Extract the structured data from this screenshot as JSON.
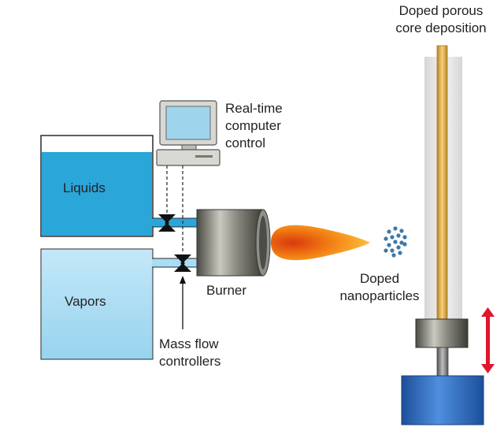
{
  "labels": {
    "top_line1": "Doped porous",
    "top_line2": "core deposition",
    "computer_line1": "Real-time",
    "computer_line2": "computer",
    "computer_line3": "control",
    "liquids": "Liquids",
    "vapors": "Vapors",
    "burner": "Burner",
    "particles_line1": "Doped",
    "particles_line2": "nanoparticles",
    "mfc_line1": "Mass flow",
    "mfc_line2": "controllers"
  },
  "colors": {
    "liquid": "#2aa6d9",
    "vapor": "#a9ddf3",
    "flame_outer": "#ff9a00",
    "flame_inner": "#e24a12",
    "particle": "#3d78a8",
    "rod": "#e6b24a",
    "arrow": "#e0162b",
    "base": "#2f73c7"
  }
}
